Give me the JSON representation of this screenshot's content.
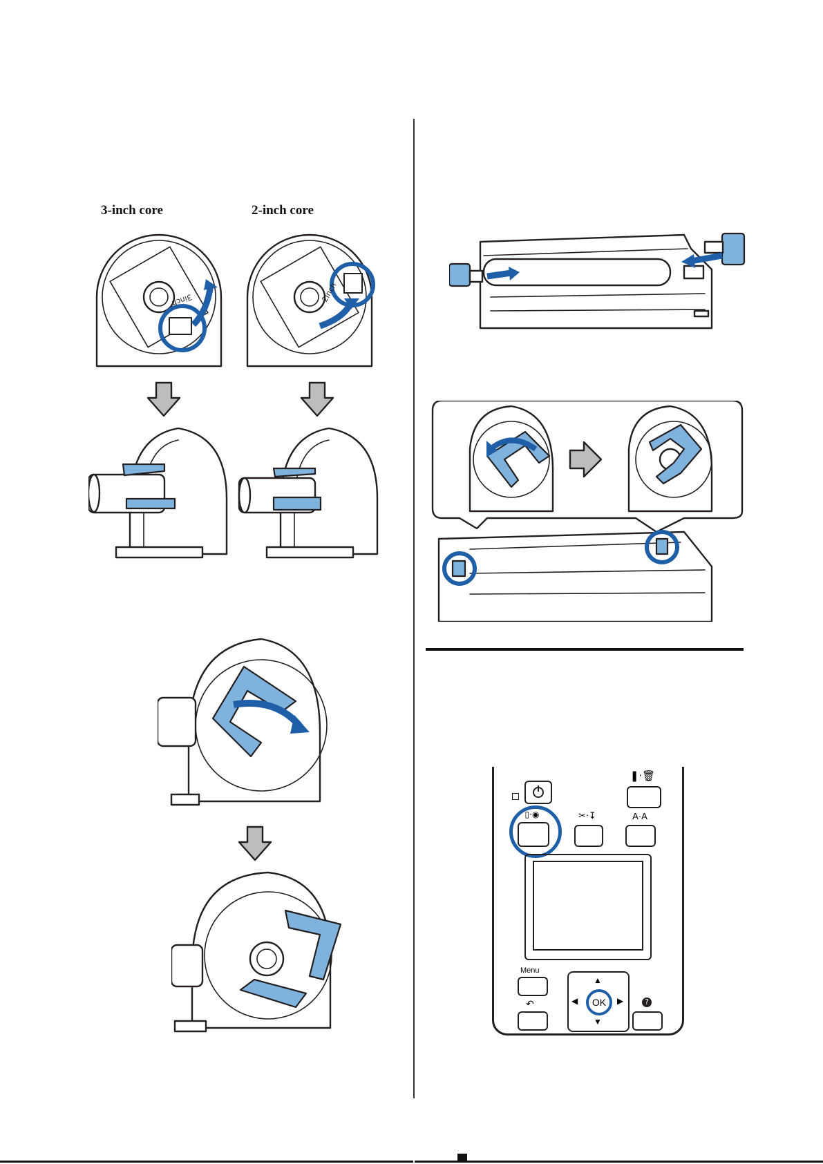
{
  "figures": {
    "core_3inch_caption": "3-inch core",
    "core_2inch_caption": "2-inch core",
    "adapter_dial": {
      "label_3": "3inch",
      "label_2": "2inch"
    },
    "control_panel": {
      "menu_label": "Menu",
      "ok_label": "OK"
    }
  },
  "colors": {
    "accent_blue": "#7fb2dd",
    "ring_blue": "#1f5fa8",
    "arrow_gray": "#bdbdbd"
  }
}
